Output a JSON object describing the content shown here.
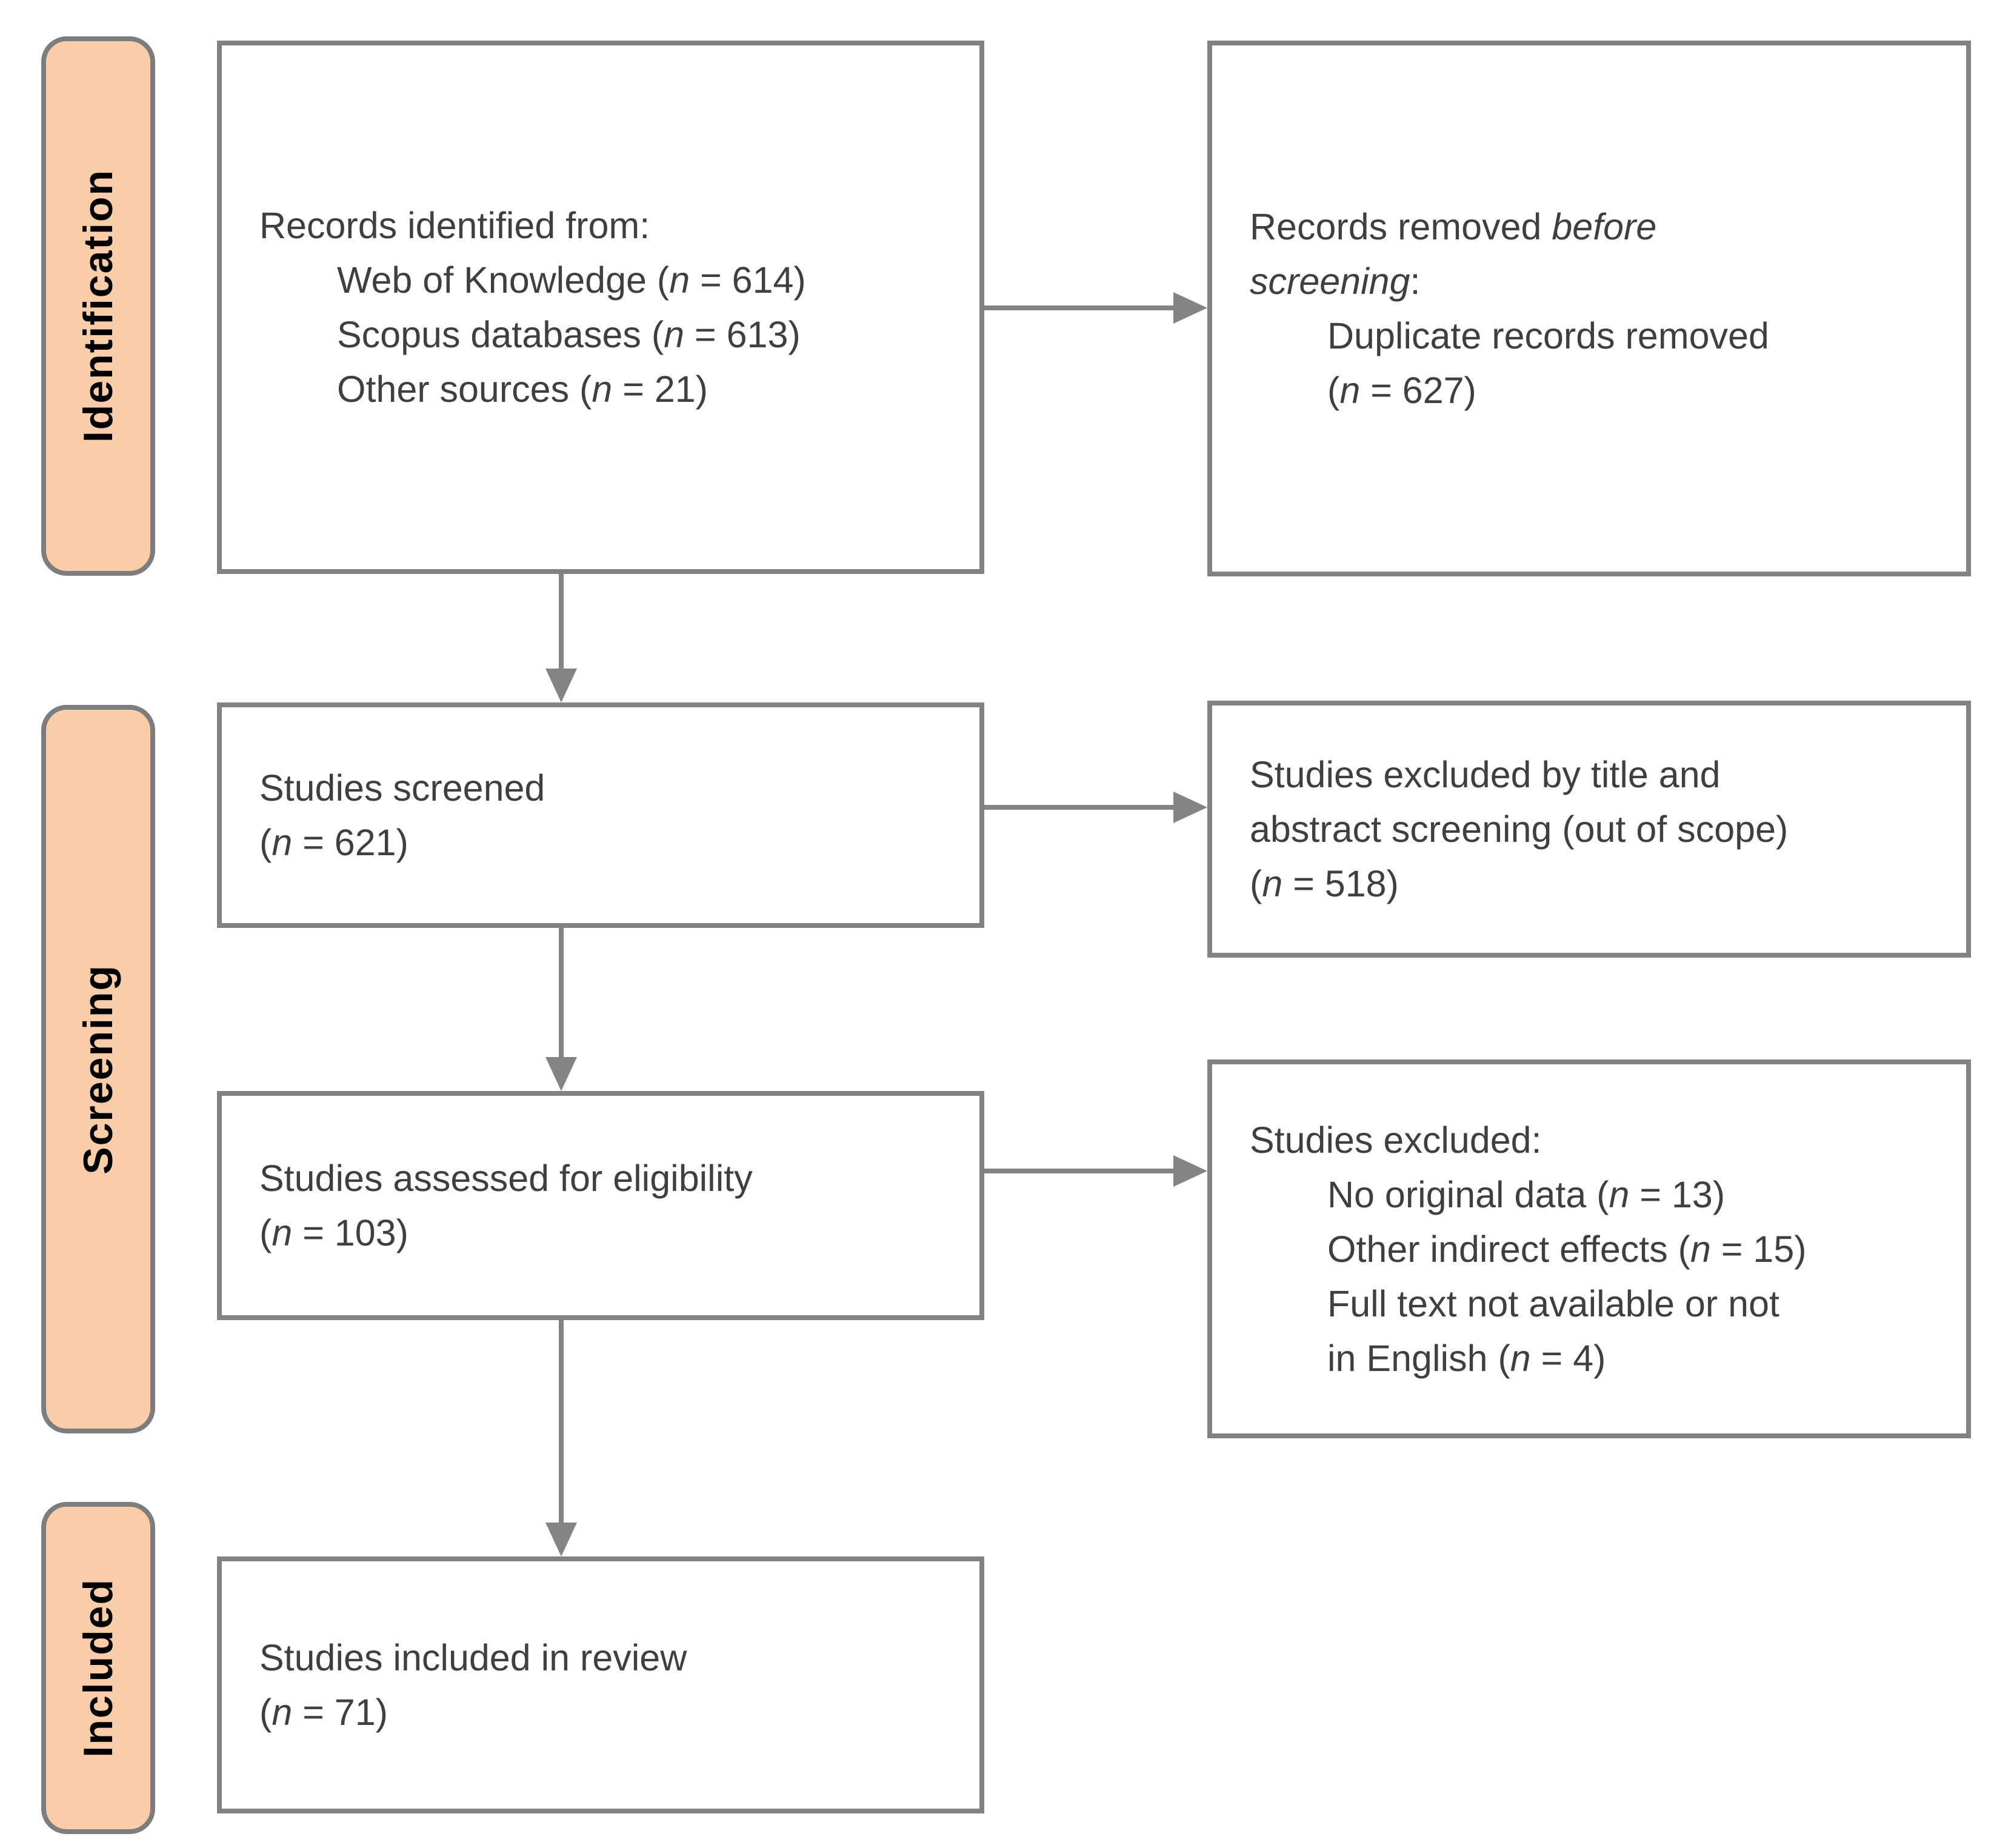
{
  "palette": {
    "pill_fill": "#facda9",
    "pill_border": "#7d7d7d",
    "box_border": "#828282",
    "arrow": "#848484",
    "box_text": "#3f3f3f",
    "stage_text": "#000000",
    "background": "#ffffff"
  },
  "stages": [
    {
      "id": "identification",
      "label": "Identification"
    },
    {
      "id": "screening",
      "label": "Screening"
    },
    {
      "id": "included",
      "label": "Included"
    }
  ],
  "boxes": {
    "records_identified": {
      "lines": [
        {
          "indent": 0,
          "segments": [
            {
              "t": "Records identified from:"
            }
          ]
        },
        {
          "indent": 1,
          "segments": [
            {
              "t": "Web of Knowledge ("
            },
            {
              "t": "n",
              "i": true
            },
            {
              "t": " = 614)"
            }
          ]
        },
        {
          "indent": 1,
          "segments": [
            {
              "t": "Scopus databases ("
            },
            {
              "t": "n",
              "i": true
            },
            {
              "t": " = 613)"
            }
          ]
        },
        {
          "indent": 1,
          "segments": [
            {
              "t": "Other sources ("
            },
            {
              "t": "n",
              "i": true
            },
            {
              "t": " = 21)"
            }
          ]
        }
      ]
    },
    "records_removed": {
      "lines": [
        {
          "indent": 0,
          "segments": [
            {
              "t": "Records removed "
            },
            {
              "t": "before",
              "i": true
            }
          ]
        },
        {
          "indent": 0,
          "segments": [
            {
              "t": "screening",
              "i": true
            },
            {
              "t": ":"
            }
          ]
        },
        {
          "indent": 1,
          "segments": [
            {
              "t": "Duplicate records removed"
            }
          ]
        },
        {
          "indent": 1,
          "segments": [
            {
              "t": "("
            },
            {
              "t": "n",
              "i": true
            },
            {
              "t": " = 627)"
            }
          ]
        }
      ]
    },
    "studies_screened": {
      "lines": [
        {
          "indent": 0,
          "segments": [
            {
              "t": "Studies screened"
            }
          ]
        },
        {
          "indent": 0,
          "segments": [
            {
              "t": "("
            },
            {
              "t": "n",
              "i": true
            },
            {
              "t": " = 621)"
            }
          ]
        }
      ]
    },
    "excluded_title_abstract": {
      "lines": [
        {
          "indent": 0,
          "segments": [
            {
              "t": "Studies excluded by title and"
            }
          ]
        },
        {
          "indent": 0,
          "segments": [
            {
              "t": "abstract screening (out of scope)"
            }
          ]
        },
        {
          "indent": 0,
          "segments": [
            {
              "t": "("
            },
            {
              "t": "n",
              "i": true
            },
            {
              "t": " = 518)"
            }
          ]
        }
      ]
    },
    "studies_assessed": {
      "lines": [
        {
          "indent": 0,
          "segments": [
            {
              "t": "Studies assessed for eligibility"
            }
          ]
        },
        {
          "indent": 0,
          "segments": [
            {
              "t": "("
            },
            {
              "t": "n",
              "i": true
            },
            {
              "t": " = 103)"
            }
          ]
        }
      ]
    },
    "studies_excluded": {
      "lines": [
        {
          "indent": 0,
          "segments": [
            {
              "t": "Studies excluded:"
            }
          ]
        },
        {
          "indent": 1,
          "segments": [
            {
              "t": "No original data ("
            },
            {
              "t": "n",
              "i": true
            },
            {
              "t": " = 13)"
            }
          ]
        },
        {
          "indent": 1,
          "segments": [
            {
              "t": "Other indirect effects ("
            },
            {
              "t": "n",
              "i": true
            },
            {
              "t": " = 15)"
            }
          ]
        },
        {
          "indent": 1,
          "segments": [
            {
              "t": "Full text not available or not"
            }
          ]
        },
        {
          "indent": 1,
          "segments": [
            {
              "t": "in English ("
            },
            {
              "t": "n",
              "i": true
            },
            {
              "t": " = 4)"
            }
          ]
        }
      ]
    },
    "studies_included": {
      "lines": [
        {
          "indent": 0,
          "segments": [
            {
              "t": "Studies included in review"
            }
          ]
        },
        {
          "indent": 0,
          "segments": [
            {
              "t": "("
            },
            {
              "t": "n",
              "i": true
            },
            {
              "t": " = 71)"
            }
          ]
        }
      ]
    }
  }
}
